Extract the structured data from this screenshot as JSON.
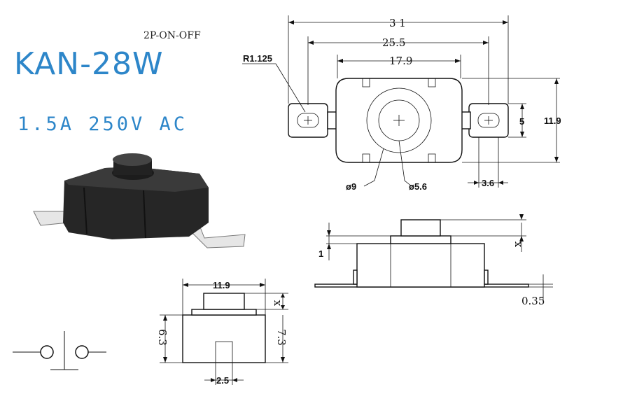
{
  "product": {
    "model": "KAN-28W",
    "type": "2P-ON-OFF",
    "rating": "1.5A  250V  AC"
  },
  "top_view": {
    "overall_width": "3 1",
    "terminal_pitch": "25.5",
    "body_width": "17.9",
    "corner_radius": "R1.125",
    "tab_height": "5",
    "body_height": "11.9",
    "outer_diameter": "ø9",
    "inner_diameter": "ø5.6",
    "tab_width": "3.6"
  },
  "side_view": {
    "plunger_travel": "x",
    "step_height": "1",
    "terminal_thickness": "0.35"
  },
  "front_view": {
    "body_width": "11.9",
    "plunger_travel": "x",
    "body_height": "6.3",
    "total_height": "7.3",
    "slot_width": "2.5"
  },
  "photo": {
    "description_icon": "switch-photo"
  },
  "schematic": {
    "symbol": "switch-symbol"
  }
}
